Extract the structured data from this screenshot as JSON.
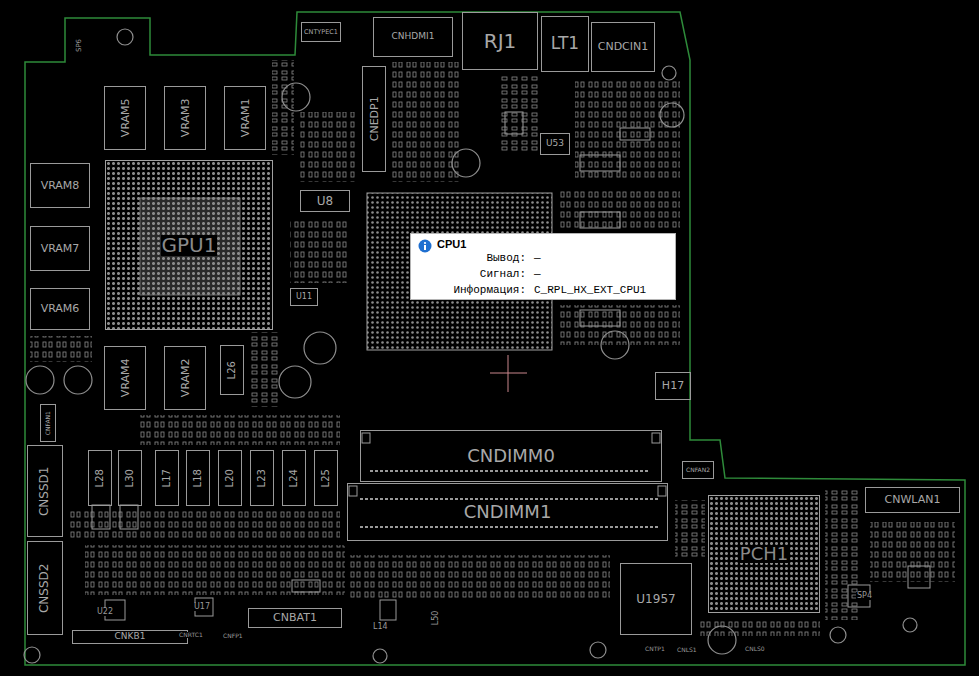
{
  "diagram": {
    "nodes": [
      {
        "text": [
          "GPU1"
        ]
      },
      {
        "text": [
          "VRAM5"
        ]
      },
      {
        "text": [
          "VRAM3"
        ]
      },
      {
        "text": [
          "VRAM1"
        ]
      },
      {
        "text": [
          "VRAM8"
        ]
      },
      {
        "text": [
          "VRAM7"
        ]
      },
      {
        "text": [
          "VRAM6"
        ]
      },
      {
        "text": [
          "VRAM4"
        ]
      },
      {
        "text": [
          "VRAM2"
        ]
      },
      {
        "text": [
          "CNTYPEC1"
        ]
      },
      {
        "text": [
          "CNHDMI1"
        ]
      },
      {
        "text": [
          "RJ1"
        ]
      },
      {
        "text": [
          "LT1"
        ]
      },
      {
        "text": [
          "CNDCIN1"
        ]
      },
      {
        "text": [
          "CNEDP1"
        ]
      },
      {
        "text": [
          "U53"
        ]
      },
      {
        "text": [
          "U8"
        ]
      },
      {
        "text": [
          "U11"
        ]
      },
      {
        "text": [
          "CPU1",
          "Вывод:",
          "—",
          "Сигнал:",
          "—",
          "Информация:",
          "C_RPL_HX_EXT_CPU1"
        ]
      },
      {
        "text": [
          "H17"
        ]
      },
      {
        "text": [
          "CNFAN1"
        ]
      },
      {
        "text": [
          "CNSSD1"
        ]
      },
      {
        "text": [
          "CNSSD2"
        ]
      },
      {
        "text": [
          "L28"
        ]
      },
      {
        "text": [
          "L30"
        ]
      },
      {
        "text": [
          "L17"
        ]
      },
      {
        "text": [
          "L18"
        ]
      },
      {
        "text": [
          "L20"
        ]
      },
      {
        "text": [
          "L23"
        ]
      },
      {
        "text": [
          "L24"
        ]
      },
      {
        "text": [
          "L25"
        ]
      },
      {
        "text": [
          "L26"
        ]
      },
      {
        "text": [
          "CNDIMM0"
        ]
      },
      {
        "text": [
          "CNDIMM1"
        ]
      },
      {
        "text": [
          "CNFAN2"
        ]
      },
      {
        "text": [
          "CNWLAN1"
        ]
      },
      {
        "text": [
          "PCH1"
        ]
      },
      {
        "text": [
          "U1957"
        ]
      },
      {
        "text": [
          "CNBAT1"
        ]
      },
      {
        "text": [
          "CNKB1"
        ]
      }
    ],
    "labels": [
      "SP6",
      "U17",
      "U22",
      "L14",
      "L50",
      "CNRTC1",
      "CNFP1",
      "CNTP1",
      "CNLS1",
      "CNLS0",
      "SP4"
    ]
  }
}
